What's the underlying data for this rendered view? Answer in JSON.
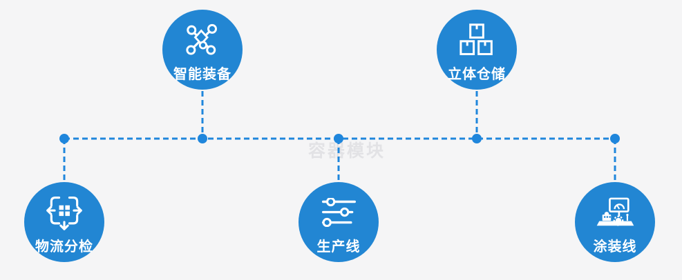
{
  "watermark": "容器模块",
  "colors": {
    "background": "#f5f5f6",
    "node_fill": "#2286d3",
    "connector": "#1f86dc",
    "icon": "#ffffff",
    "label_text": "#ffffff",
    "watermark_text": "#e2e2e5"
  },
  "nodes": [
    {
      "label": "智能装备",
      "icon": "network-nodes-icon",
      "position": "top-left"
    },
    {
      "label": "立体仓储",
      "icon": "stacked-boxes-icon",
      "position": "top-right"
    },
    {
      "label": "物流分检",
      "icon": "move-sort-icon",
      "position": "bottom-left"
    },
    {
      "label": "生产线",
      "icon": "sliders-icon",
      "position": "bottom-center"
    },
    {
      "label": "涂装线",
      "icon": "workstation-icon",
      "position": "bottom-right"
    }
  ]
}
